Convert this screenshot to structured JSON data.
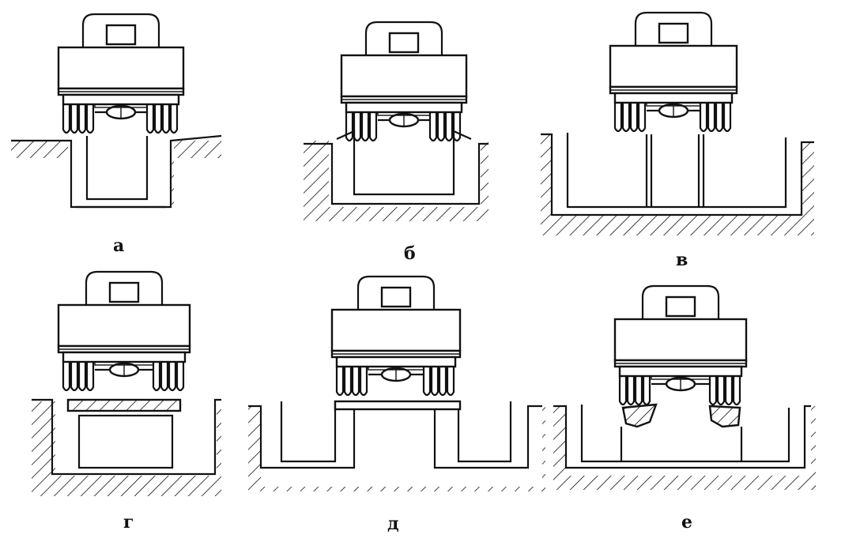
{
  "figure": {
    "panels": [
      {
        "id": "a",
        "label": "а",
        "type": "narrow-pit"
      },
      {
        "id": "b",
        "label": "б",
        "type": "medium-pit"
      },
      {
        "id": "v",
        "label": "в",
        "type": "wide-pit-rods"
      },
      {
        "id": "g",
        "label": "г",
        "type": "pit-with-beam"
      },
      {
        "id": "d",
        "label": "д",
        "type": "two-pits-bridge"
      },
      {
        "id": "e",
        "label": "е",
        "type": "wide-pit-grips"
      }
    ],
    "line_color": "#111111",
    "background": "#ffffff"
  }
}
